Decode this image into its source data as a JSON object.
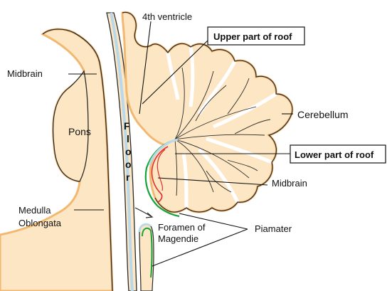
{
  "labels": {
    "fourth_ventricle": "4th ventricle",
    "upper_roof": "Upper part of roof",
    "midbrain_left": "Midbrain",
    "pons": "Pons",
    "cerebellum": "Cerebellum",
    "lower_roof": "Lower part of roof",
    "midbrain_right": "Midbrain",
    "medulla_line1": "Medulla",
    "medulla_line2": "Oblongata",
    "foramen_line1": "Foramen of",
    "foramen_line2": "Magendie",
    "piamater": "Piamater",
    "floor_letters": [
      "F",
      "l",
      "o",
      "o",
      "r"
    ]
  },
  "colors": {
    "tissue": "#fde6c4",
    "tissue_edge": "#f3b870",
    "ventricle_lining": "#b9d8ea",
    "outline": "#2a2a2a",
    "piamater_green": "#1aa33a",
    "choroid_red": "#e0302a"
  }
}
